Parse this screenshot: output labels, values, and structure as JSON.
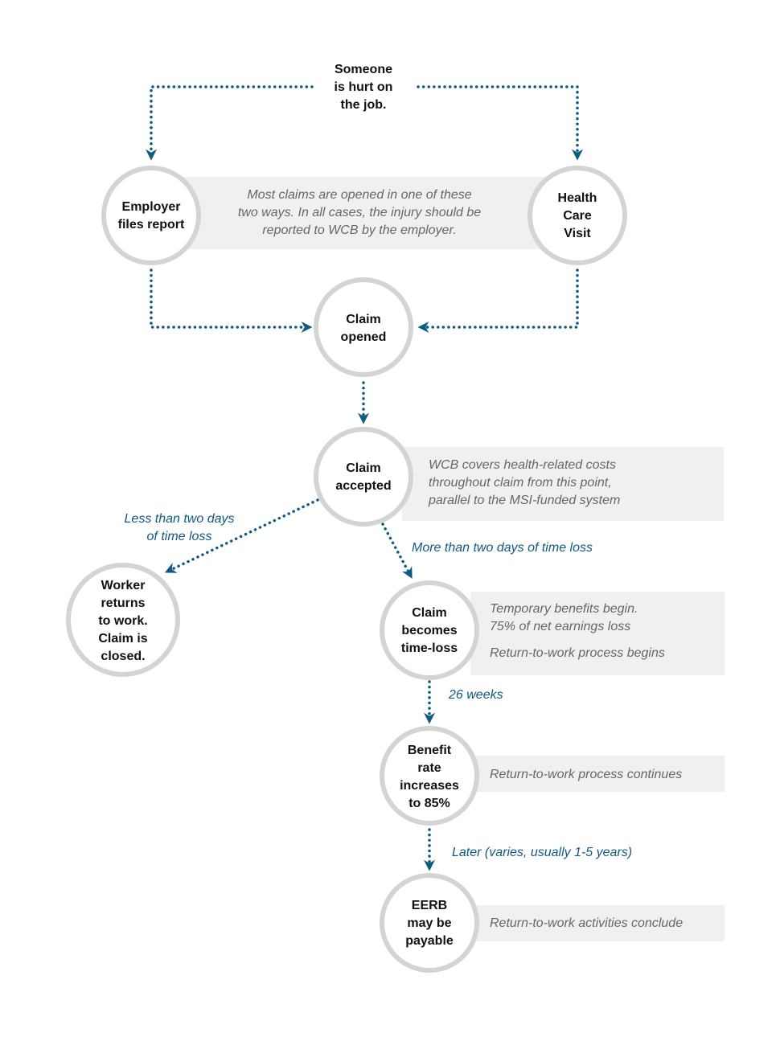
{
  "colors": {
    "arrow": "#0f5a82",
    "circle_stroke": "#d4d4d4",
    "note_bg": "#f0f0f0",
    "node_text": "#111111",
    "note_text": "#666666"
  },
  "nodes": {
    "start": [
      "Someone",
      "is hurt on",
      "the job."
    ],
    "employer": [
      "Employer",
      "files report"
    ],
    "health": [
      "Health",
      "Care",
      "Visit"
    ],
    "opened": [
      "Claim",
      "opened"
    ],
    "accepted": [
      "Claim",
      "accepted"
    ],
    "worker": [
      "Worker",
      "returns",
      "to work.",
      "Claim is",
      "closed."
    ],
    "timeloss": [
      "Claim",
      "becomes",
      "time-loss"
    ],
    "benefit": [
      "Benefit",
      "rate",
      "increases",
      "to 85%"
    ],
    "eerb": [
      "EERB",
      "may be",
      "payable"
    ]
  },
  "notes": {
    "open_ways": [
      "Most claims are opened in one of these",
      "two ways. In all cases, the injury should be",
      "reported to WCB by the employer."
    ],
    "wcb_covers": [
      "WCB covers health-related costs",
      "throughout claim from this point,",
      "parallel to the MSI-funded system"
    ],
    "temp_benefits": [
      "Temporary benefits begin.",
      "75% of net earnings loss"
    ],
    "rtw_begins": [
      "Return-to-work process begins"
    ],
    "rtw_continues": [
      "Return-to-work process continues"
    ],
    "rtw_concludes": [
      "Return-to-work activities conclude"
    ]
  },
  "edges": {
    "less_two": [
      "Less than two days",
      "of time loss"
    ],
    "more_two": [
      "More than two days of time loss"
    ],
    "weeks26": [
      "26 weeks"
    ],
    "later": [
      "Later (varies, usually 1-5 years)"
    ]
  }
}
